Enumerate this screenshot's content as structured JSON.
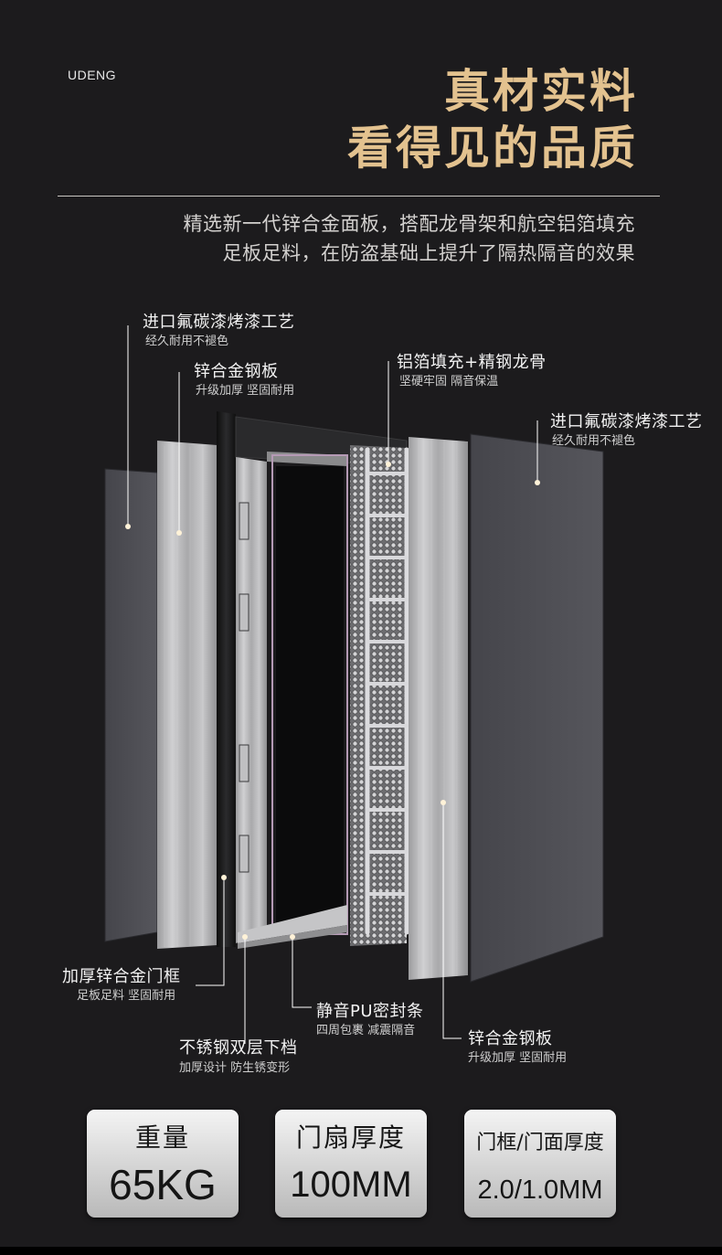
{
  "brand": "UDENG",
  "headline": {
    "line1": "真材实料",
    "line2": "看得见的品质"
  },
  "description": {
    "line1": "精选新一代锌合金面板，搭配龙骨架和航空铝箔填充",
    "line2": "足板足料，在防盗基础上提升了隔热隔音的效果"
  },
  "callouts": [
    {
      "title": "进口氟碳漆烤漆工艺",
      "sub": "经久耐用不褪色"
    },
    {
      "title": "锌合金钢板",
      "sub": "升级加厚 坚固耐用"
    },
    {
      "title": "铝箔填充+精钢龙骨",
      "sub": "坚硬牢固 隔音保温"
    },
    {
      "title": "进口氟碳漆烤漆工艺",
      "sub": "经久耐用不褪色"
    },
    {
      "title": "加厚锌合金门框",
      "sub": "足板足料 坚固耐用"
    },
    {
      "title": "静音PU密封条",
      "sub": "四周包裹 减震隔音"
    },
    {
      "title": "锌合金钢板",
      "sub": "升级加厚 坚固耐用"
    },
    {
      "title": "不锈钢双层下档",
      "sub": "加厚设计 防生锈变形"
    }
  ],
  "stats": [
    {
      "label": "重量",
      "value": "65KG"
    },
    {
      "label": "门扇厚度",
      "value": "100MM"
    },
    {
      "label": "门框/门面厚度",
      "value": "2.0/1.0MM"
    }
  ],
  "colors": {
    "background": "#1c1b1d",
    "headline": "#e3c28f",
    "panel_dark": "#505056",
    "steel": "#b5b5b7"
  }
}
